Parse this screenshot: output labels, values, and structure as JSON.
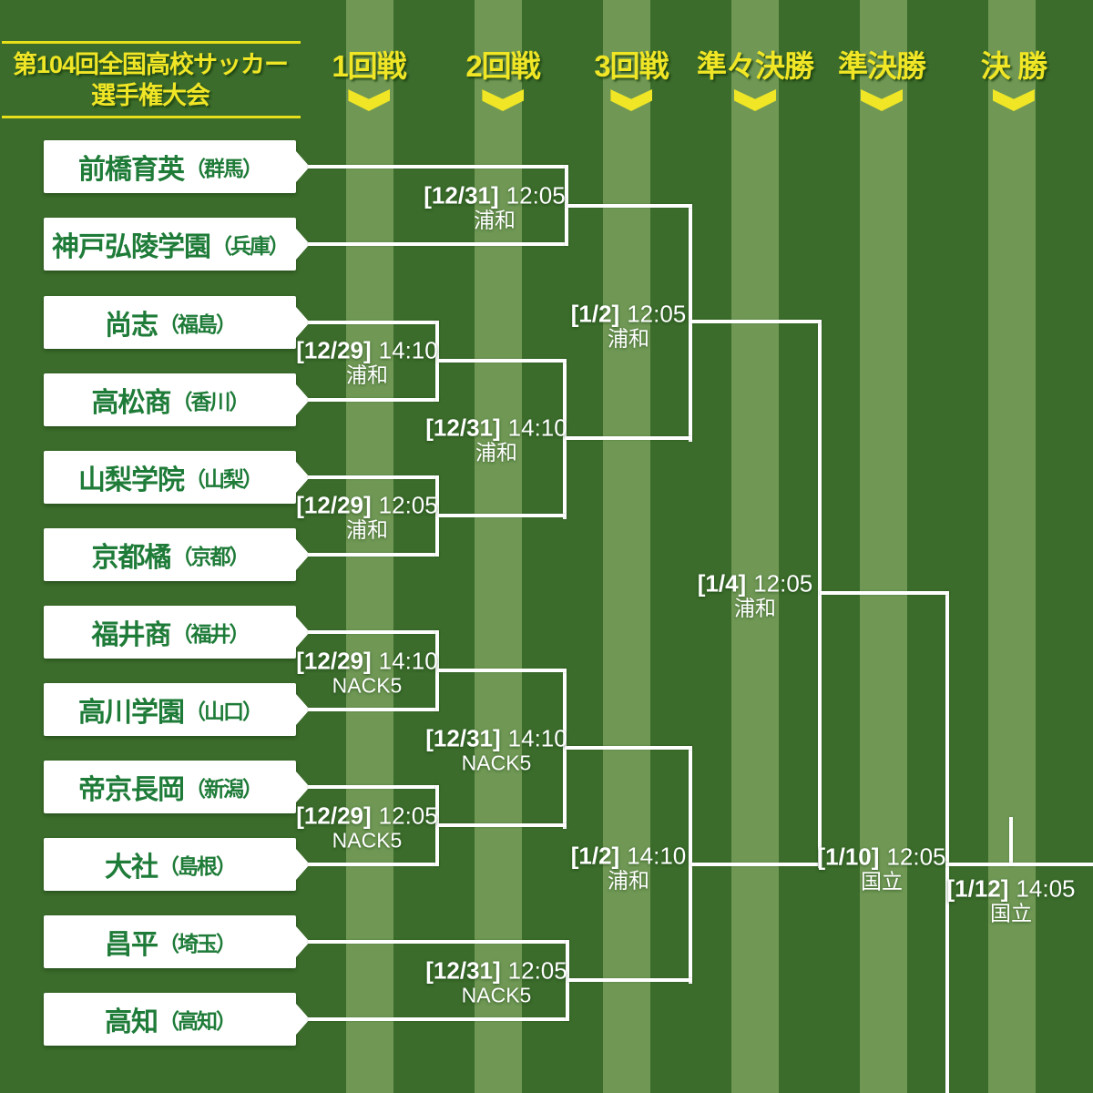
{
  "title": {
    "line1": "第104回全国高校サッカー",
    "line2": "選手権大会"
  },
  "rounds": [
    {
      "label": "1回戦"
    },
    {
      "label": "2回戦"
    },
    {
      "label": "3回戦"
    },
    {
      "label": "準々決勝"
    },
    {
      "label": "準決勝"
    },
    {
      "label": "決 勝"
    }
  ],
  "teams": [
    {
      "name": "前橋育英",
      "pref": "（群馬）"
    },
    {
      "name": "神戸弘陵学園",
      "pref": "（兵庫）"
    },
    {
      "name": "尚志",
      "pref": "（福島）"
    },
    {
      "name": "高松商",
      "pref": "（香川）"
    },
    {
      "name": "山梨学院",
      "pref": "（山梨）"
    },
    {
      "name": "京都橘",
      "pref": "（京都）"
    },
    {
      "name": "福井商",
      "pref": "（福井）"
    },
    {
      "name": "高川学園",
      "pref": "（山口）"
    },
    {
      "name": "帝京長岡",
      "pref": "（新潟）"
    },
    {
      "name": "大社",
      "pref": "（島根）"
    },
    {
      "name": "昌平",
      "pref": "（埼玉）"
    },
    {
      "name": "高知",
      "pref": "（高知）"
    }
  ],
  "matches": {
    "a": {
      "date": "[12/31]",
      "time": "12:05",
      "venue": "浦和"
    },
    "b": {
      "date": "[12/29]",
      "time": "14:10",
      "venue": "浦和"
    },
    "c": {
      "date": "[12/29]",
      "time": "12:05",
      "venue": "浦和"
    },
    "d": {
      "date": "[12/31]",
      "time": "14:10",
      "venue": "浦和"
    },
    "e": {
      "date": "[1/2]",
      "time": "12:05",
      "venue": "浦和"
    },
    "f": {
      "date": "[12/29]",
      "time": "14:10",
      "venue": "NACK5"
    },
    "g": {
      "date": "[12/29]",
      "time": "12:05",
      "venue": "NACK5"
    },
    "h": {
      "date": "[12/31]",
      "time": "14:10",
      "venue": "NACK5"
    },
    "i": {
      "date": "[1/2]",
      "time": "14:10",
      "venue": "浦和"
    },
    "j": {
      "date": "[12/31]",
      "time": "12:05",
      "venue": "NACK5"
    },
    "qf": {
      "date": "[1/4]",
      "time": "12:05",
      "venue": "浦和"
    },
    "sf": {
      "date": "[1/10]",
      "time": "12:05",
      "venue": "国立"
    },
    "final": {
      "date": "[1/12]",
      "time": "14:05",
      "venue": "国立"
    }
  },
  "colors": {
    "pitch_dark": "#3B6C2B",
    "pitch_stripe": "#6F9854",
    "accent_yellow": "#F0E626",
    "team_text_green": "#1E7B38",
    "line_white": "#FFFFFF"
  }
}
